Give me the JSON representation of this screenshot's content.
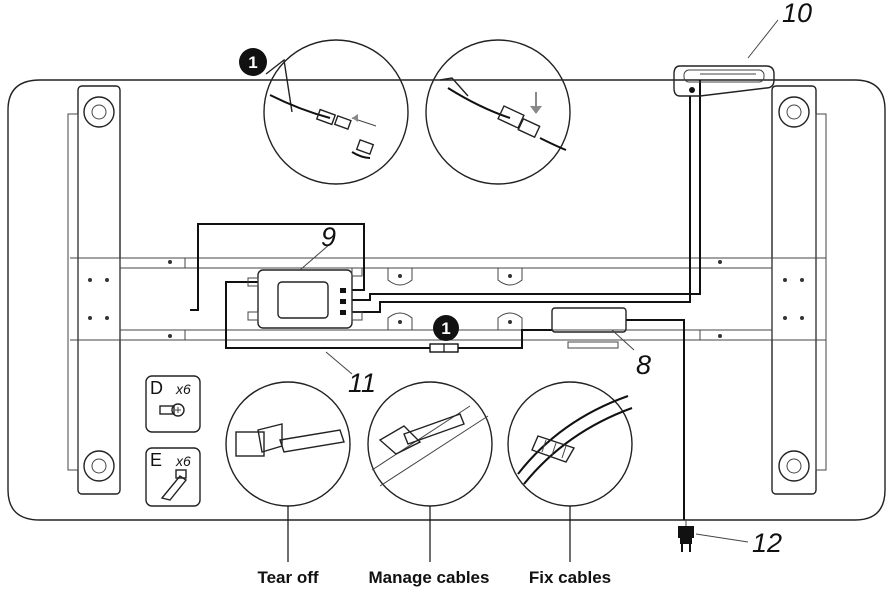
{
  "step_badges": [
    "1",
    "1"
  ],
  "callouts": {
    "c8": "8",
    "c9": "9",
    "c10": "10",
    "c11": "11",
    "c12": "12"
  },
  "parts": {
    "d": {
      "letter": "D",
      "qty": "x6"
    },
    "e": {
      "letter": "E",
      "qty": "x6"
    }
  },
  "captions": {
    "tear_off": "Tear off",
    "manage_cables": "Manage cables",
    "fix_cables": "Fix cables"
  }
}
